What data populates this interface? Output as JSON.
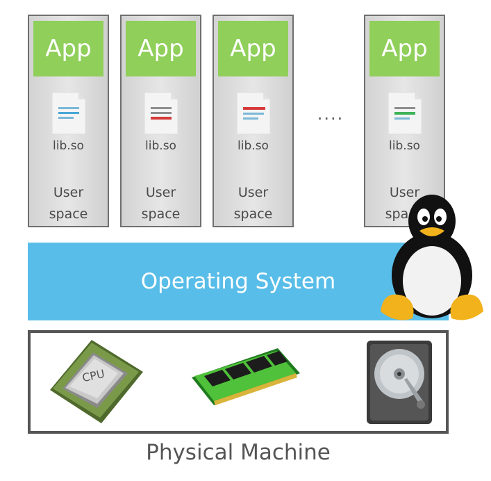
{
  "user_spaces": [
    {
      "app": "App",
      "lib": "lib.so",
      "space": "User space",
      "icon": "document-icon",
      "stripe_color": "#4aa7d8"
    },
    {
      "app": "App",
      "lib": "lib.so",
      "space": "User space",
      "icon": "document-icon",
      "stripe_color": "#d63a3a"
    },
    {
      "app": "App",
      "lib": "lib.so",
      "space": "User space",
      "icon": "document-icon",
      "stripe_color": "#d63a3a"
    },
    {
      "app": "App",
      "lib": "lib.so",
      "space": "User space",
      "icon": "document-icon",
      "stripe_color": "#3fb35a"
    }
  ],
  "ellipsis": "....",
  "os": {
    "label": "Operating System",
    "color": "#58bde8",
    "mascot": "linux-penguin-icon"
  },
  "machine": {
    "label": "Physical Machine",
    "components": [
      {
        "name": "cpu-icon",
        "text": "CPU"
      },
      {
        "name": "ram-module-icon"
      },
      {
        "name": "hard-drive-icon"
      }
    ]
  },
  "colors": {
    "app": "#8fcf5a",
    "border": "#6f6f6f"
  }
}
